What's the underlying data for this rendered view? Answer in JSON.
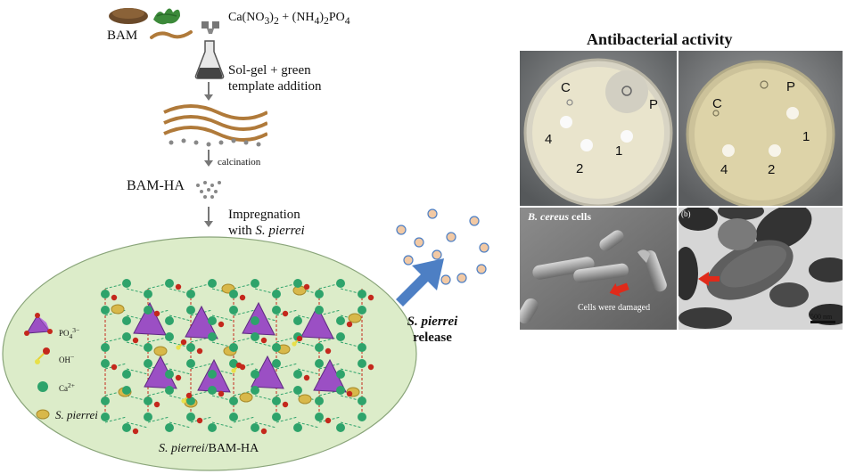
{
  "synthesis": {
    "bam_label": "BAM",
    "reagents_html": "Ca(NO<sub>3</sub>)<sub>2</sub> + (NH<sub>4</sub>)<sub>2</sub>PO<sub>4</sub>",
    "step1_line1": "Sol-gel + green",
    "step1_line2": "template addition",
    "step2": "calcination",
    "product": "BAM-HA",
    "step3_line1": "Impregnation",
    "step3_line2_prefix": "with ",
    "step3_line2_italic": "S. pierrei"
  },
  "crystal": {
    "legend": {
      "po4_html": "PO<sub>4</sub><sup>3−</sup>",
      "oh_html": "OH<sup>−</sup>",
      "ca_html": "Ca<sup>2+</sup>",
      "spierrei": "S. pierrei"
    },
    "caption_italic": "S. pierrei",
    "caption_rest": "/BAM-HA"
  },
  "release": {
    "italic": "S. pierrei",
    "word": "release"
  },
  "antibacterial": {
    "title": "Antibacterial activity",
    "plate1": {
      "c": "C",
      "p": "P",
      "n4": "4",
      "n2": "2",
      "n1": "1"
    },
    "plate2": {
      "c": "C",
      "p": "P",
      "n1": "1",
      "n4": "4",
      "n2": "2"
    },
    "sem_title_italic": "B. cereus",
    "sem_title_rest": " cells",
    "sem_caption": "Cells were damaged",
    "tem_tag": "(b)",
    "tem_scale": "500 nm"
  },
  "colors": {
    "ellipse_fill": "#dcecc9",
    "ca_green": "#2ea36b",
    "o_red": "#c4281c",
    "polyhedron": "#9b4fc4",
    "spierrei_fill": "#d8b84a",
    "release_dot": "#f2c9a4",
    "arrow_blue": "#4d7fc4"
  }
}
